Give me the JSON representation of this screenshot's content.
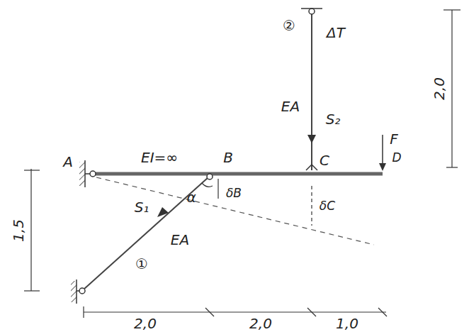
{
  "diagram": {
    "labels": [
      "A",
      "B",
      "C",
      "F",
      "D",
      "EI=∞",
      "ΔT",
      "EA",
      "S₂",
      "②",
      "EA",
      "S₁",
      "①",
      "α",
      "δB",
      "δC",
      "1,5",
      "2,0",
      "2,0",
      "1,0",
      "2,0"
    ]
  }
}
